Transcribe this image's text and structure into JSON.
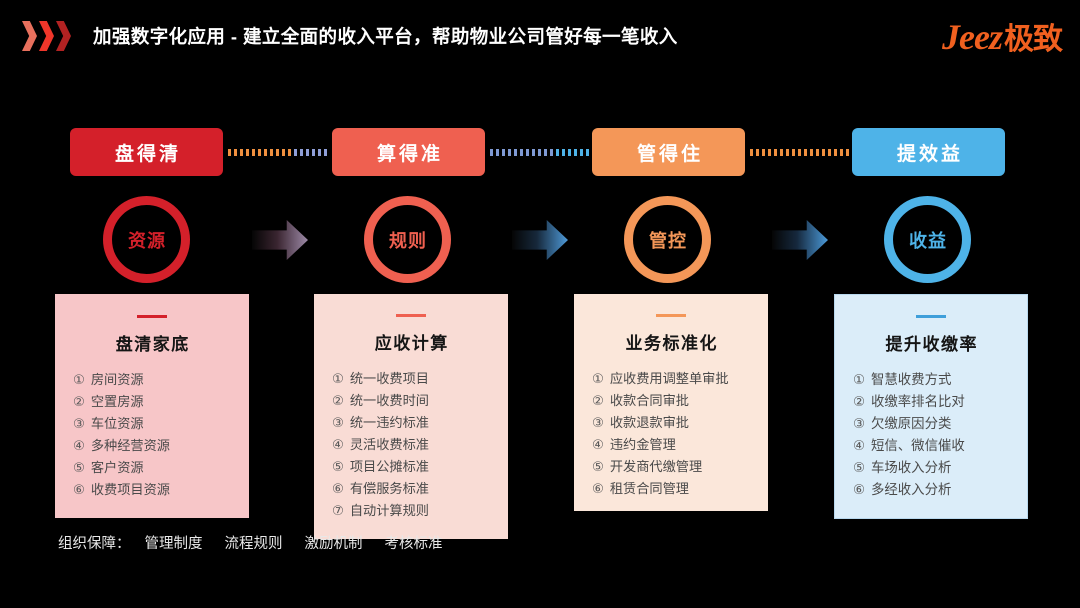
{
  "header": {
    "title": "加强数字化应用 - 建立全面的收入平台，帮助物业公司管好每一笔收入",
    "logo_latin": "Jeez",
    "logo_cjk": "极致",
    "chevron_icon": "chevrons-right-icon",
    "accent": "#f0601f"
  },
  "banners": [
    {
      "label": "盘得清",
      "color": "#d4202a"
    },
    {
      "label": "算得准",
      "color": "#ef6050"
    },
    {
      "label": "管得住",
      "color": "#f49758"
    },
    {
      "label": "提效益",
      "color": "#4eb3e8"
    }
  ],
  "circles": [
    {
      "label": "资源",
      "color": "#d4202a"
    },
    {
      "label": "规则",
      "color": "#ef6050"
    },
    {
      "label": "管控",
      "color": "#f49758"
    },
    {
      "label": "收益",
      "color": "#4eb3e8"
    }
  ],
  "arrows": [
    {
      "icon": "arrow-right-icon"
    },
    {
      "icon": "arrow-right-icon"
    },
    {
      "icon": "arrow-right-icon"
    }
  ],
  "cards": [
    {
      "title": "盘清家底",
      "accent": "#d4202a",
      "background": "#f7c6c8",
      "items": [
        {
          "num": "①",
          "text": "房间资源"
        },
        {
          "num": "②",
          "text": "空置房源"
        },
        {
          "num": "③",
          "text": "车位资源"
        },
        {
          "num": "④",
          "text": "多种经营资源"
        },
        {
          "num": "⑤",
          "text": "客户资源"
        },
        {
          "num": "⑥",
          "text": "收费项目资源"
        }
      ]
    },
    {
      "title": "应收计算",
      "accent": "#ef6050",
      "background": "#f9dcd5",
      "items": [
        {
          "num": "①",
          "text": "统一收费项目"
        },
        {
          "num": "②",
          "text": "统一收费时间"
        },
        {
          "num": "③",
          "text": "统一违约标准"
        },
        {
          "num": "④",
          "text": "灵活收费标准"
        },
        {
          "num": "⑤",
          "text": "项目公摊标准"
        },
        {
          "num": "⑥",
          "text": "有偿服务标准"
        },
        {
          "num": "⑦",
          "text": "自动计算规则"
        }
      ]
    },
    {
      "title": "业务标准化",
      "accent": "#f49758",
      "background": "#fbe7da",
      "items": [
        {
          "num": "①",
          "text": "应收费用调整单审批"
        },
        {
          "num": "②",
          "text": "收款合同审批"
        },
        {
          "num": "③",
          "text": "收款退款审批"
        },
        {
          "num": "④",
          "text": "违约金管理"
        },
        {
          "num": "⑤",
          "text": "开发商代缴管理"
        },
        {
          "num": "⑥",
          "text": "租赁合同管理"
        }
      ]
    },
    {
      "title": "提升收缴率",
      "accent": "#3f9fda",
      "background": "#dbedf9",
      "items": [
        {
          "num": "①",
          "text": "智慧收费方式"
        },
        {
          "num": "②",
          "text": "收缴率排名比对"
        },
        {
          "num": "③",
          "text": "欠缴原因分类"
        },
        {
          "num": "④",
          "text": "短信、微信催收"
        },
        {
          "num": "⑤",
          "text": "车场收入分析"
        },
        {
          "num": "⑥",
          "text": "多经收入分析"
        }
      ]
    }
  ],
  "footer": {
    "label": "组织保障：",
    "items": [
      "管理制度",
      "流程规则",
      "激励机制",
      "考核标准"
    ]
  }
}
